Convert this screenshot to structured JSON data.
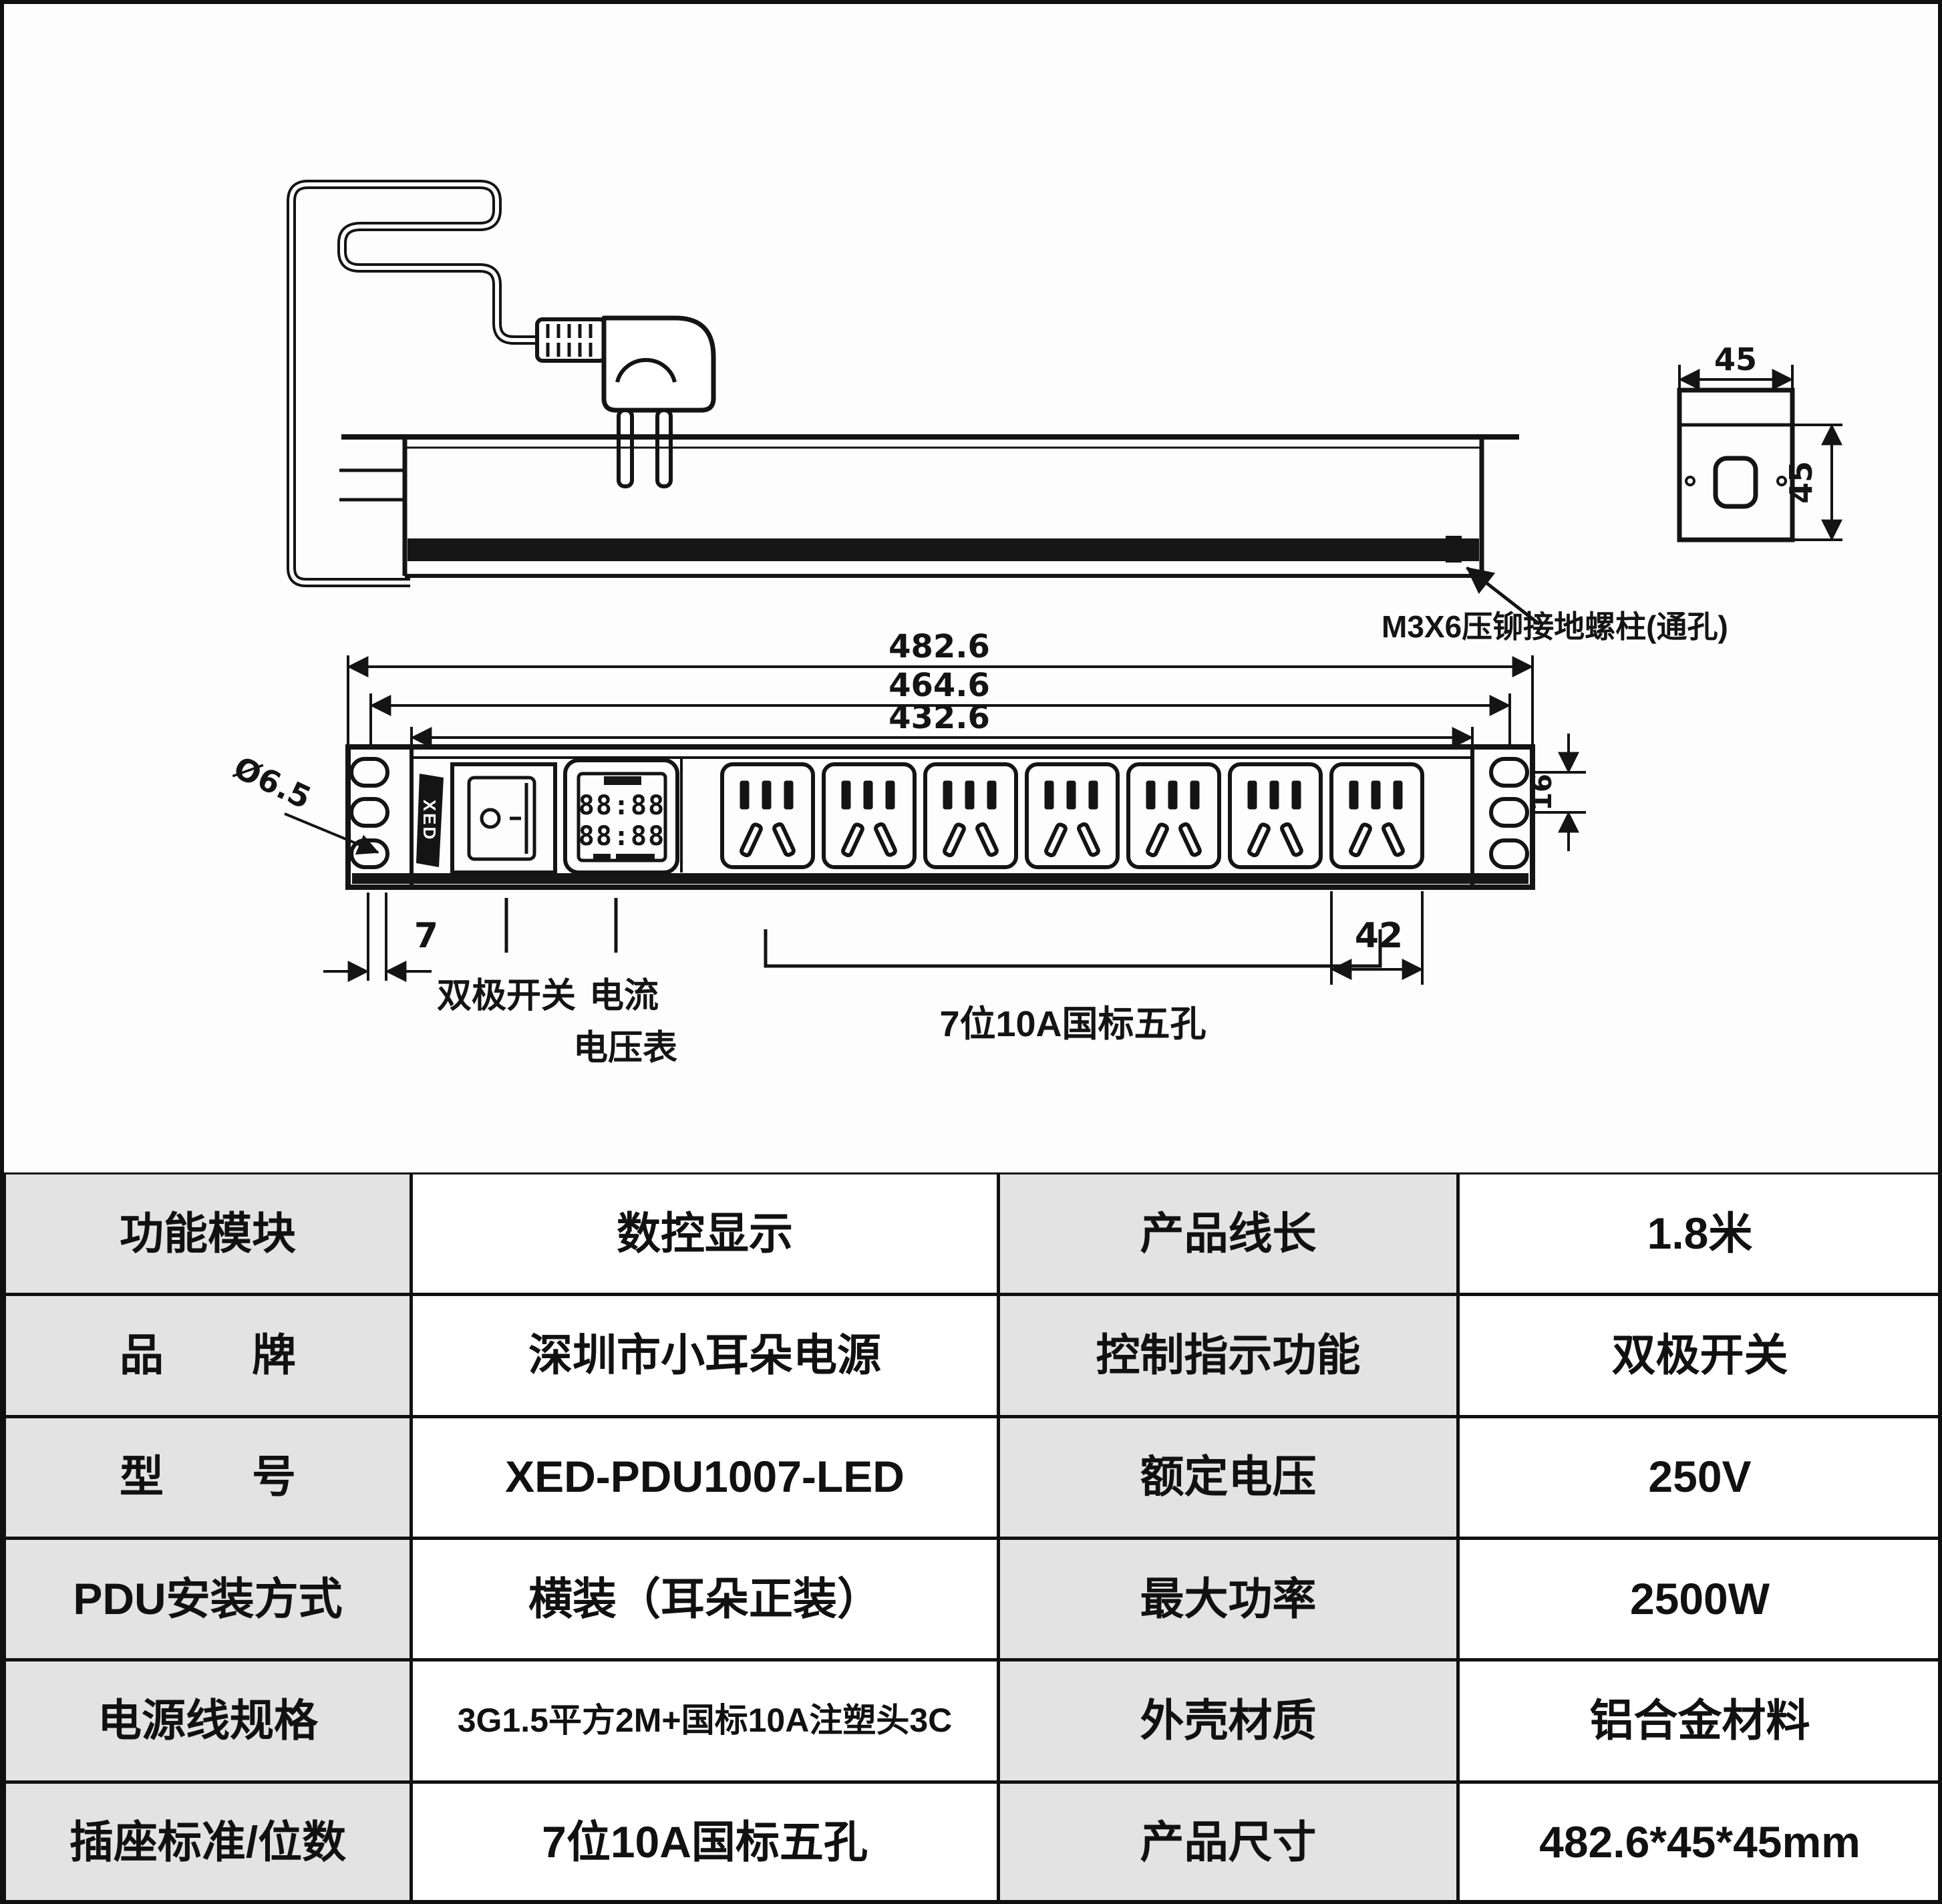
{
  "diagram": {
    "dims": {
      "overall_width": "482.6",
      "hole_pitch_width": "464.6",
      "body_width": "432.6",
      "end_width": "45",
      "end_height": "45",
      "ear_hole_pitch": "16",
      "outlet_pitch": "42",
      "ear_offset": "7",
      "mount_hole_dia": "Ø6.5"
    },
    "notes": {
      "ground_stud": "M3X6压铆接地螺柱(通孔)",
      "switch": "双极开关",
      "meter_line1": "电流",
      "meter_line2": "电压表",
      "outlets": "7位10A国标五孔"
    },
    "device": {
      "brand_logo": "XED",
      "display_row1": "88:88",
      "display_row2": "88:88"
    }
  },
  "table": {
    "rows": [
      {
        "label1": "功能模块",
        "value1": "数控显示",
        "label2": "产品线长",
        "value2": "1.8米"
      },
      {
        "label1": "品　　牌",
        "value1": "深圳市小耳朵电源",
        "label2": "控制指示功能",
        "value2": "双极开关"
      },
      {
        "label1": "型　　号",
        "value1": "XED-PDU1007-LED",
        "label2": "额定电压",
        "value2": "250V"
      },
      {
        "label1": "PDU安装方式",
        "value1": "横装（耳朵正装）",
        "label2": "最大功率",
        "value2": "2500W"
      },
      {
        "label1": "电源线规格",
        "value1": "3G1.5平方2M+国标10A注塑头3C",
        "label2": "外壳材质",
        "value2": "铝合金材料"
      },
      {
        "label1": "插座标准/位数",
        "value1": "7位10A国标五孔",
        "label2": "产品尺寸",
        "value2": "482.6*45*45mm"
      }
    ]
  }
}
